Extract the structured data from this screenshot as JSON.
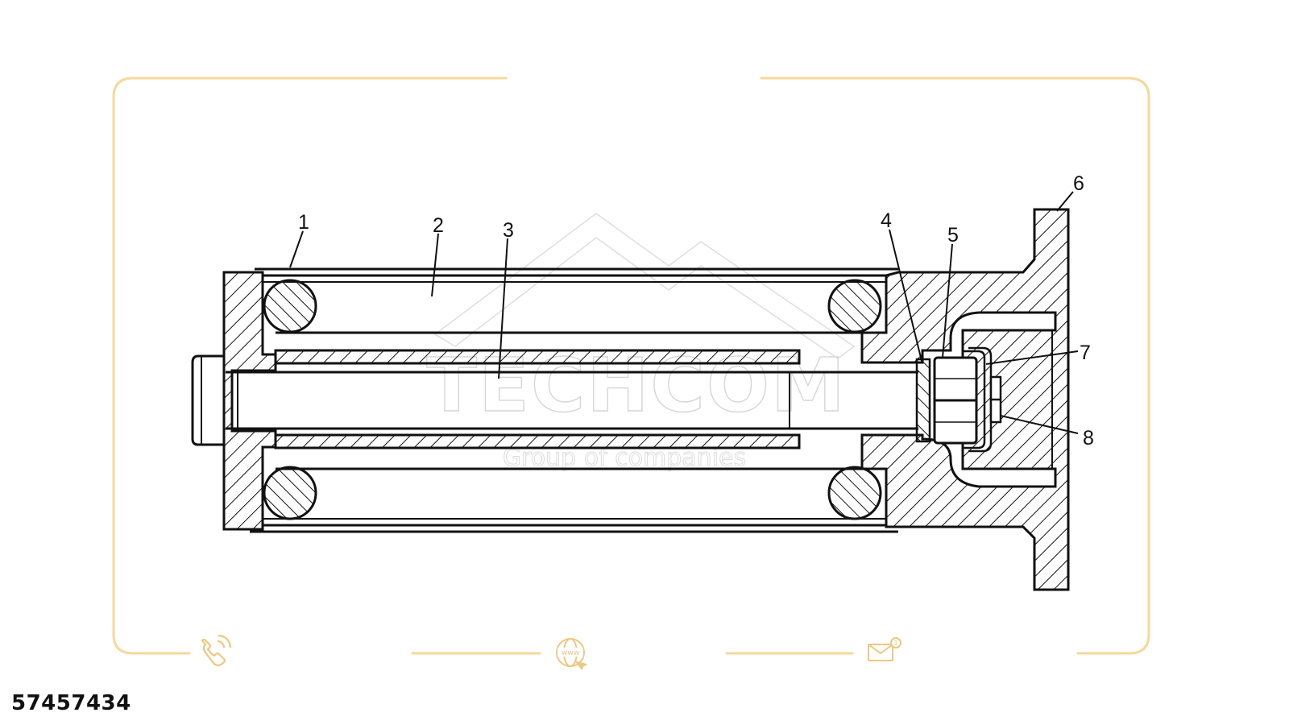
{
  "watermark": {
    "title": "TECHCOM",
    "subtitle": "Group of companies"
  },
  "frame": {
    "accent_color": "#F6D89A",
    "icons": [
      "phone-icon",
      "www-globe-icon",
      "mail-icon"
    ],
    "www_label": "www",
    "mail_badge": "1"
  },
  "callouts": [
    {
      "id": "callout-1",
      "label": "1"
    },
    {
      "id": "callout-2",
      "label": "2"
    },
    {
      "id": "callout-3",
      "label": "3"
    },
    {
      "id": "callout-4",
      "label": "4"
    },
    {
      "id": "callout-5",
      "label": "5"
    },
    {
      "id": "callout-6",
      "label": "6"
    },
    {
      "id": "callout-7",
      "label": "7"
    },
    {
      "id": "callout-8",
      "label": "8"
    }
  ],
  "part_number": "57457434"
}
